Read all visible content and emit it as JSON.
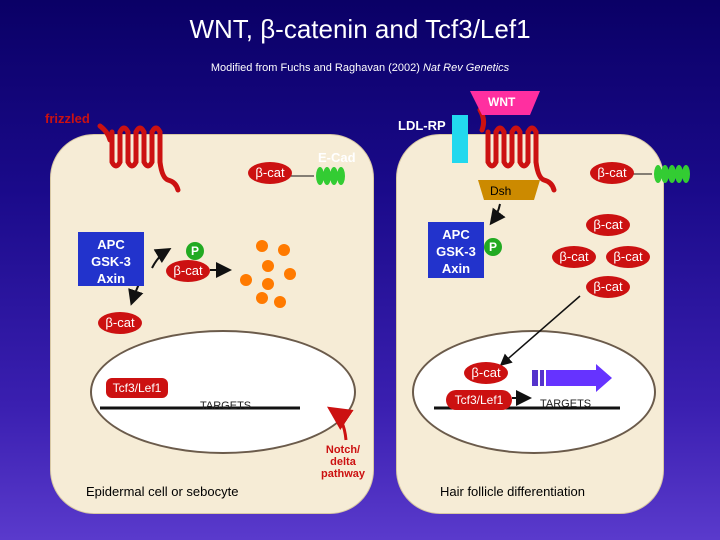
{
  "title": "WNT, β-catenin and Tcf3/Lef1",
  "subtitle_prefix": "Modified from Fuchs and Raghavan (2002) ",
  "subtitle_journal": "Nat Rev Genetics",
  "labels": {
    "frizzled": "frizzled",
    "wnt": "WNT",
    "ldlrp": "LDL-RP",
    "ecad": "E-Cad",
    "dsh": "Dsh",
    "bcat": "β-cat",
    "p": "P",
    "apc_line1": "APC",
    "apc_line2": "GSK-3",
    "apc_line3": "Axin",
    "tcf": "Tcf3/Lef1",
    "targets": "TARGETS",
    "notch": "Notch/ delta pathway"
  },
  "captions": {
    "left": "Epidermal cell or sebocyte",
    "right": "Hair follicle differentiation"
  },
  "colors": {
    "background": "#1a0a8a",
    "cell": "#f6ecd6",
    "receptor_red": "#cc1111",
    "complex_blue": "#2233cc",
    "phospho_green": "#22aa22",
    "dsh_orange": "#cc8a00",
    "ecad_green": "#33cc33",
    "degradation_orange": "#ff7a00",
    "wnt_pink": "#ff2fa0",
    "ldlrp_cyan": "#22d8ee"
  }
}
